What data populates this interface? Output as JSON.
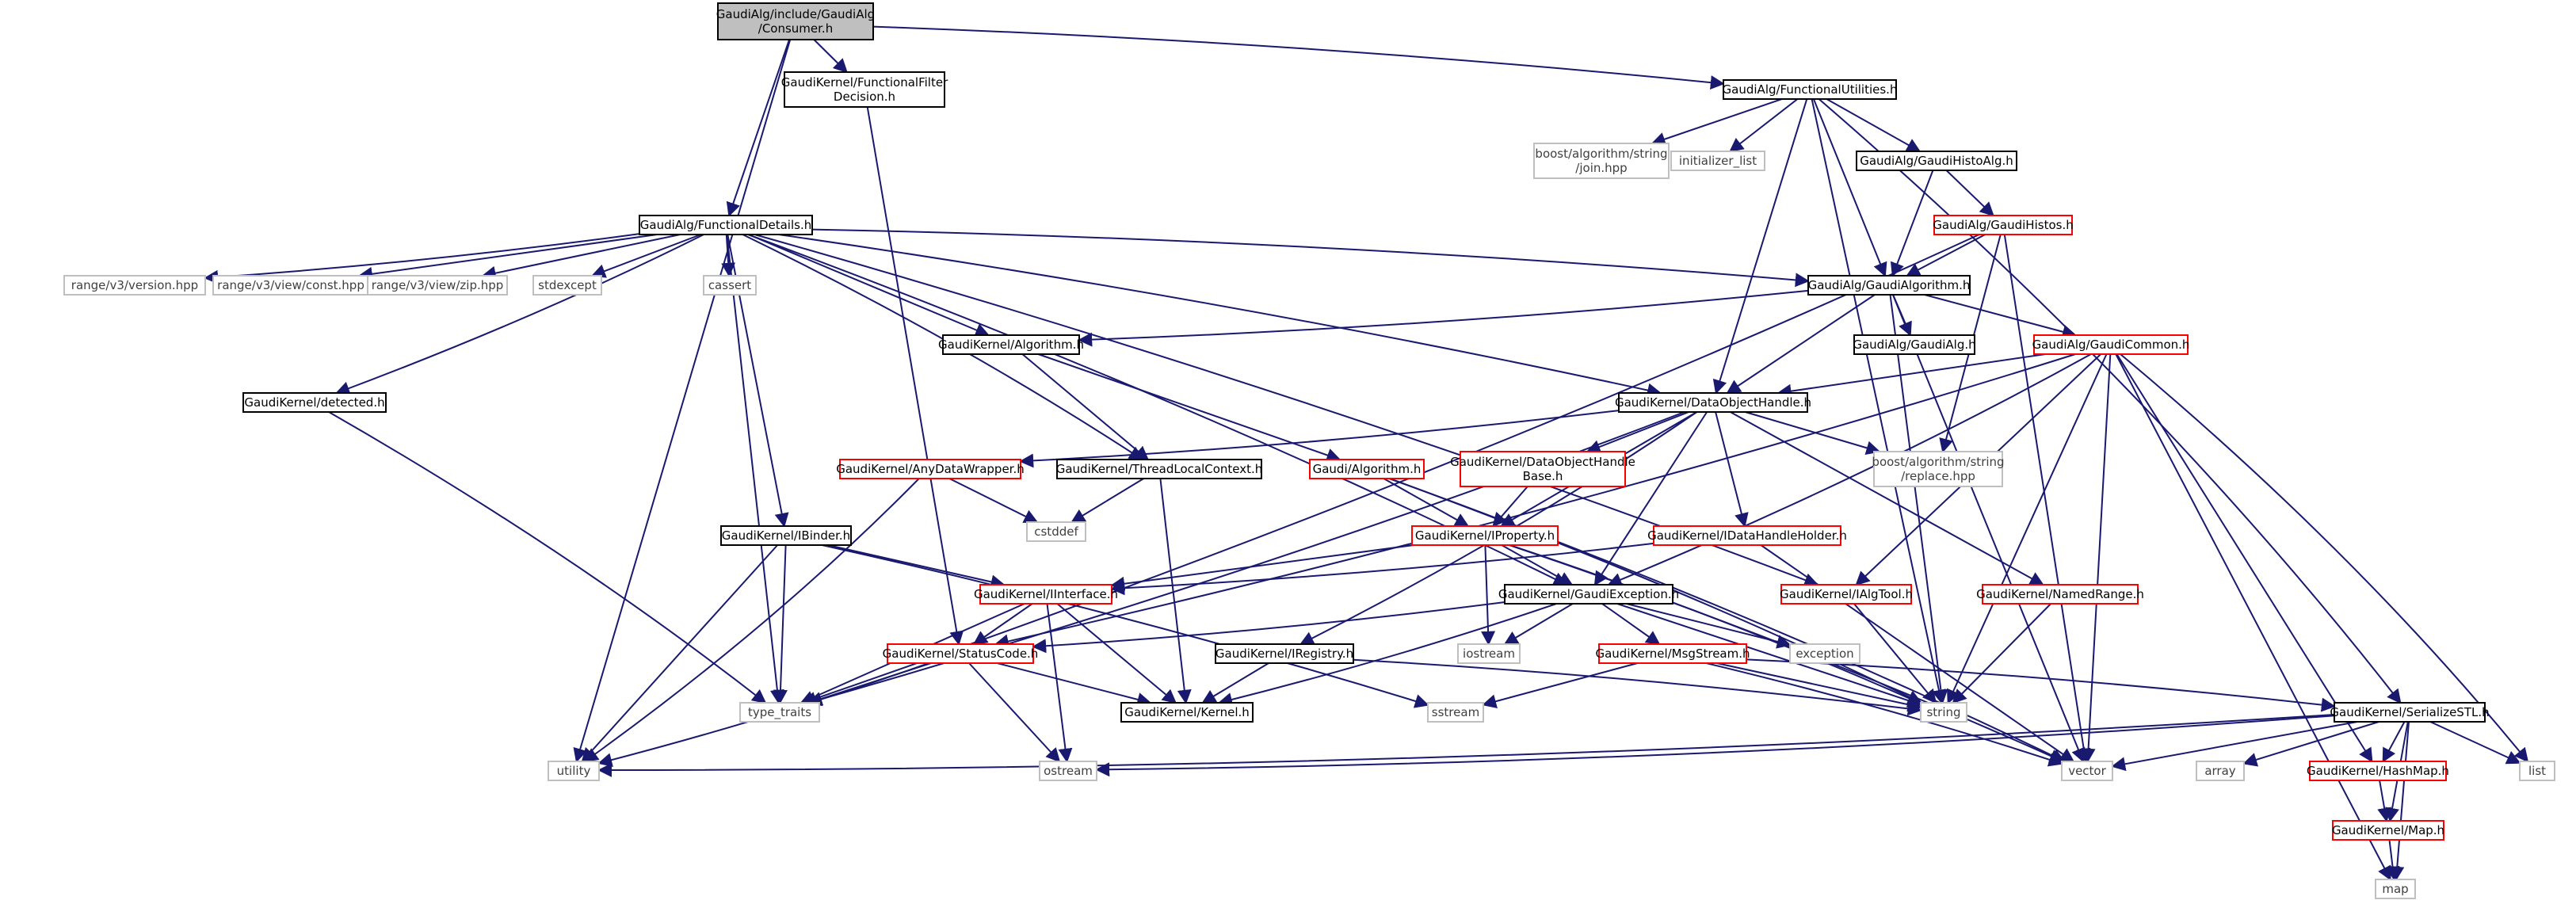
{
  "colors": {
    "edge": "#191970",
    "box_black": "#000000",
    "box_red": "#ff0000",
    "box_gray": "#bfbfbf",
    "root_fill": "#bfbfbf",
    "text": "#000000",
    "text_gray": "#404040"
  },
  "nodes": {
    "consumer": {
      "lines": [
        "GaudiAlg/include/GaudiAlg",
        "/Consumer.h"
      ],
      "style": "root"
    },
    "ffdecision": {
      "lines": [
        "GaudiKernel/FunctionalFilter",
        "Decision.h"
      ],
      "style": "black"
    },
    "funcutil": {
      "lines": [
        "GaudiAlg/FunctionalUtilities.h"
      ],
      "style": "black"
    },
    "boostjoin": {
      "lines": [
        "boost/algorithm/string",
        "/join.hpp"
      ],
      "style": "gray"
    },
    "initlist": {
      "lines": [
        "initializer_list"
      ],
      "style": "gray"
    },
    "histoalg": {
      "lines": [
        "GaudiAlg/GaudiHistoAlg.h"
      ],
      "style": "black"
    },
    "histos": {
      "lines": [
        "GaudiAlg/GaudiHistos.h"
      ],
      "style": "red"
    },
    "funcdetails": {
      "lines": [
        "GaudiAlg/FunctionalDetails.h"
      ],
      "style": "black"
    },
    "r3version": {
      "lines": [
        "range/v3/version.hpp"
      ],
      "style": "gray"
    },
    "r3const": {
      "lines": [
        "range/v3/view/const.hpp"
      ],
      "style": "gray"
    },
    "r3zip": {
      "lines": [
        "range/v3/view/zip.hpp"
      ],
      "style": "gray"
    },
    "stdexcept": {
      "lines": [
        "stdexcept"
      ],
      "style": "gray"
    },
    "cassert": {
      "lines": [
        "cassert"
      ],
      "style": "gray"
    },
    "gaudialgorithm": {
      "lines": [
        "GaudiAlg/GaudiAlgorithm.h"
      ],
      "style": "black"
    },
    "gaudialgh": {
      "lines": [
        "GaudiAlg/GaudiAlg.h"
      ],
      "style": "black"
    },
    "gaudicommon": {
      "lines": [
        "GaudiAlg/GaudiCommon.h"
      ],
      "style": "red"
    },
    "kalgorithm": {
      "lines": [
        "GaudiKernel/Algorithm.h"
      ],
      "style": "black"
    },
    "detected": {
      "lines": [
        "GaudiKernel/detected.h"
      ],
      "style": "black"
    },
    "dataobjhandle": {
      "lines": [
        "GaudiKernel/DataObjectHandle.h"
      ],
      "style": "black"
    },
    "anydatawrapper": {
      "lines": [
        "GaudiKernel/AnyDataWrapper.h"
      ],
      "style": "red"
    },
    "threadlocal": {
      "lines": [
        "GaudiKernel/ThreadLocalContext.h"
      ],
      "style": "black"
    },
    "galgorithm": {
      "lines": [
        "Gaudi/Algorithm.h"
      ],
      "style": "red"
    },
    "dohbase": {
      "lines": [
        "GaudiKernel/DataObjectHandle",
        "Base.h"
      ],
      "style": "red"
    },
    "boostreplace": {
      "lines": [
        "boost/algorithm/string",
        "/replace.hpp"
      ],
      "style": "gray"
    },
    "cstddef": {
      "lines": [
        "cstddef"
      ],
      "style": "gray"
    },
    "ibinder": {
      "lines": [
        "GaudiKernel/IBinder.h"
      ],
      "style": "black"
    },
    "iproperty": {
      "lines": [
        "GaudiKernel/IProperty.h"
      ],
      "style": "red"
    },
    "idatahandle": {
      "lines": [
        "GaudiKernel/IDataHandleHolder.h"
      ],
      "style": "red"
    },
    "iinterface": {
      "lines": [
        "GaudiKernel/IInterface.h"
      ],
      "style": "red"
    },
    "gaudiexception": {
      "lines": [
        "GaudiKernel/GaudiException.h"
      ],
      "style": "black"
    },
    "ialgtool": {
      "lines": [
        "GaudiKernel/IAlgTool.h"
      ],
      "style": "red"
    },
    "namedrange": {
      "lines": [
        "GaudiKernel/NamedRange.h"
      ],
      "style": "red"
    },
    "statuscode": {
      "lines": [
        "GaudiKernel/StatusCode.h"
      ],
      "style": "red"
    },
    "iostream": {
      "lines": [
        "iostream"
      ],
      "style": "gray"
    },
    "msgstream": {
      "lines": [
        "GaudiKernel/MsgStream.h"
      ],
      "style": "red"
    },
    "exception": {
      "lines": [
        "exception"
      ],
      "style": "gray"
    },
    "iregistry": {
      "lines": [
        "GaudiKernel/IRegistry.h"
      ],
      "style": "black"
    },
    "typetraits": {
      "lines": [
        "type_traits"
      ],
      "style": "gray"
    },
    "kernel": {
      "lines": [
        "GaudiKernel/Kernel.h"
      ],
      "style": "black"
    },
    "sstream": {
      "lines": [
        "sstream"
      ],
      "style": "gray"
    },
    "string": {
      "lines": [
        "string"
      ],
      "style": "gray"
    },
    "serializestl": {
      "lines": [
        "GaudiKernel/SerializeSTL.h"
      ],
      "style": "black"
    },
    "utility": {
      "lines": [
        "utility"
      ],
      "style": "gray"
    },
    "ostream": {
      "lines": [
        "ostream"
      ],
      "style": "gray"
    },
    "vector": {
      "lines": [
        "vector"
      ],
      "style": "gray"
    },
    "array": {
      "lines": [
        "array"
      ],
      "style": "gray"
    },
    "hashmap": {
      "lines": [
        "GaudiKernel/HashMap.h"
      ],
      "style": "red"
    },
    "list": {
      "lines": [
        "list"
      ],
      "style": "gray"
    },
    "mapk": {
      "lines": [
        "GaudiKernel/Map.h"
      ],
      "style": "red"
    },
    "map": {
      "lines": [
        "map"
      ],
      "style": "gray"
    }
  },
  "edges": [
    [
      "consumer",
      "utility"
    ],
    [
      "consumer",
      "ffdecision"
    ],
    [
      "consumer",
      "funcutil"
    ],
    [
      "consumer",
      "funcdetails"
    ],
    [
      "ffdecision",
      "statuscode"
    ],
    [
      "funcutil",
      "boostjoin"
    ],
    [
      "funcutil",
      "initlist"
    ],
    [
      "funcutil",
      "histoalg"
    ],
    [
      "funcutil",
      "gaudialgorithm"
    ],
    [
      "funcutil",
      "dataobjhandle"
    ],
    [
      "funcutil",
      "string"
    ],
    [
      "funcutil",
      "serializestl"
    ],
    [
      "histoalg",
      "gaudialgorithm"
    ],
    [
      "histoalg",
      "histos"
    ],
    [
      "histos",
      "gaudialgorithm"
    ],
    [
      "histos",
      "boostreplace"
    ],
    [
      "histos",
      "typetraits"
    ],
    [
      "histos",
      "vector"
    ],
    [
      "funcdetails",
      "r3version"
    ],
    [
      "funcdetails",
      "r3const"
    ],
    [
      "funcdetails",
      "r3zip"
    ],
    [
      "funcdetails",
      "stdexcept"
    ],
    [
      "funcdetails",
      "cassert"
    ],
    [
      "funcdetails",
      "gaudialgorithm"
    ],
    [
      "funcdetails",
      "kalgorithm"
    ],
    [
      "funcdetails",
      "detected"
    ],
    [
      "funcdetails",
      "dataobjhandle"
    ],
    [
      "funcdetails",
      "threadlocal"
    ],
    [
      "funcdetails",
      "ibinder"
    ],
    [
      "funcdetails",
      "typetraits"
    ],
    [
      "funcdetails",
      "gaudiexception"
    ],
    [
      "funcdetails",
      "ialgtool"
    ],
    [
      "gaudialgorithm",
      "gaudialgh"
    ],
    [
      "gaudialgorithm",
      "gaudicommon"
    ],
    [
      "gaudialgorithm",
      "kalgorithm"
    ],
    [
      "gaudialgorithm",
      "dataobjhandle"
    ],
    [
      "gaudialgorithm",
      "string"
    ],
    [
      "gaudialgorithm",
      "vector"
    ],
    [
      "gaudicommon",
      "dataobjhandle"
    ],
    [
      "gaudicommon",
      "gaudiexception"
    ],
    [
      "gaudicommon",
      "ialgtool"
    ],
    [
      "gaudicommon",
      "string"
    ],
    [
      "gaudicommon",
      "vector"
    ],
    [
      "gaudicommon",
      "hashmap"
    ],
    [
      "gaudicommon",
      "list"
    ],
    [
      "gaudicommon",
      "map"
    ],
    [
      "gaudicommon",
      "statuscode"
    ],
    [
      "kalgorithm",
      "galgorithm"
    ],
    [
      "kalgorithm",
      "threadlocal"
    ],
    [
      "detected",
      "typetraits"
    ],
    [
      "dataobjhandle",
      "anydatawrapper"
    ],
    [
      "dataobjhandle",
      "dohbase"
    ],
    [
      "dataobjhandle",
      "boostreplace"
    ],
    [
      "dataobjhandle",
      "iproperty"
    ],
    [
      "dataobjhandle",
      "idatahandle"
    ],
    [
      "dataobjhandle",
      "gaudiexception"
    ],
    [
      "dataobjhandle",
      "namedrange"
    ],
    [
      "dataobjhandle",
      "iregistry"
    ],
    [
      "dataobjhandle",
      "typetraits"
    ],
    [
      "anydatawrapper",
      "cstddef"
    ],
    [
      "anydatawrapper",
      "utility"
    ],
    [
      "threadlocal",
      "cstddef"
    ],
    [
      "threadlocal",
      "kernel"
    ],
    [
      "galgorithm",
      "iproperty"
    ],
    [
      "galgorithm",
      "string"
    ],
    [
      "galgorithm",
      "vector"
    ],
    [
      "dohbase",
      "iproperty"
    ],
    [
      "ibinder",
      "iinterface"
    ],
    [
      "ibinder",
      "typetraits"
    ],
    [
      "ibinder",
      "utility"
    ],
    [
      "ibinder",
      "sstream"
    ],
    [
      "iproperty",
      "iinterface"
    ],
    [
      "iproperty",
      "gaudiexception"
    ],
    [
      "iproperty",
      "iostream"
    ],
    [
      "iproperty",
      "string"
    ],
    [
      "iproperty",
      "vector"
    ],
    [
      "idatahandle",
      "iinterface"
    ],
    [
      "idatahandle",
      "vector"
    ],
    [
      "iinterface",
      "statuscode"
    ],
    [
      "iinterface",
      "kernel"
    ],
    [
      "iinterface",
      "typetraits"
    ],
    [
      "iinterface",
      "ostream"
    ],
    [
      "gaudiexception",
      "statuscode"
    ],
    [
      "gaudiexception",
      "msgstream"
    ],
    [
      "gaudiexception",
      "iostream"
    ],
    [
      "gaudiexception",
      "exception"
    ],
    [
      "gaudiexception",
      "string"
    ],
    [
      "gaudiexception",
      "kernel"
    ],
    [
      "ialgtool",
      "string"
    ],
    [
      "namedrange",
      "string"
    ],
    [
      "statuscode",
      "typetraits"
    ],
    [
      "statuscode",
      "kernel"
    ],
    [
      "statuscode",
      "ostream"
    ],
    [
      "statuscode",
      "utility"
    ],
    [
      "msgstream",
      "string"
    ],
    [
      "msgstream",
      "sstream"
    ],
    [
      "msgstream",
      "vector"
    ],
    [
      "msgstream",
      "serializestl"
    ],
    [
      "iregistry",
      "kernel"
    ],
    [
      "iregistry",
      "string"
    ],
    [
      "serializestl",
      "utility"
    ],
    [
      "serializestl",
      "ostream"
    ],
    [
      "serializestl",
      "vector"
    ],
    [
      "serializestl",
      "array"
    ],
    [
      "serializestl",
      "hashmap"
    ],
    [
      "serializestl",
      "list"
    ],
    [
      "serializestl",
      "mapk"
    ],
    [
      "serializestl",
      "map"
    ],
    [
      "hashmap",
      "mapk"
    ],
    [
      "mapk",
      "map"
    ]
  ]
}
